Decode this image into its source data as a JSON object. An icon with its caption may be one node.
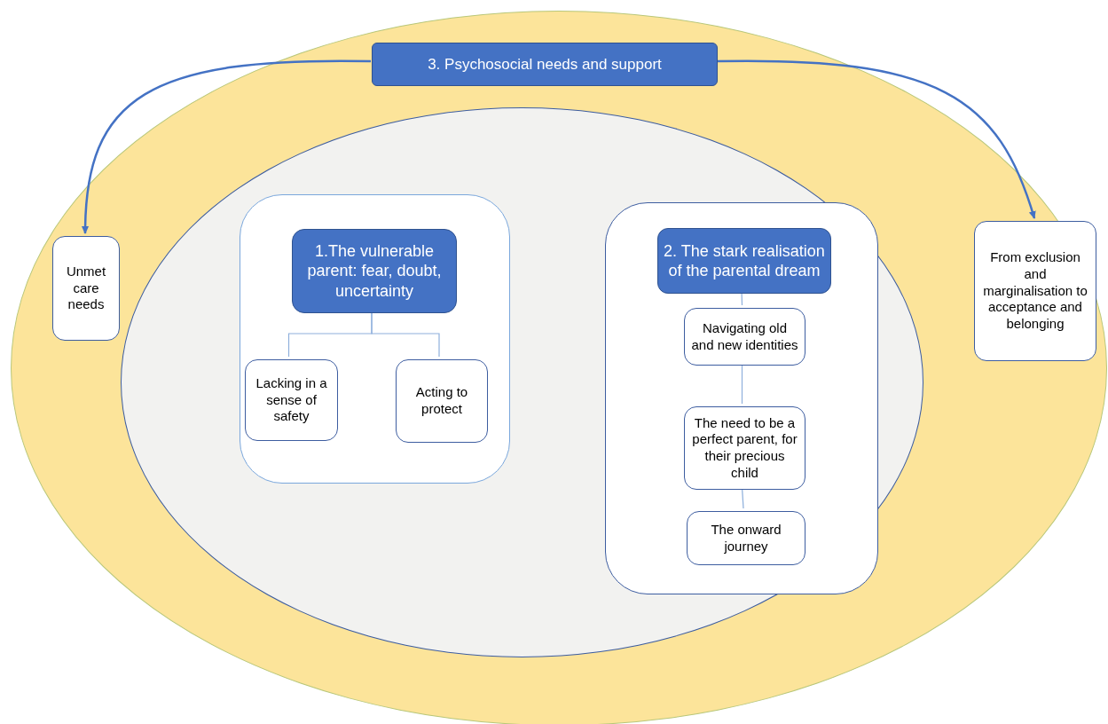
{
  "diagram": {
    "nodes": [
      {
        "text": [],
        "shape": "ellipse"
      },
      {
        "text": [
          "3. Psychosocial needs and support"
        ],
        "in": 0
      },
      {
        "text": [
          "Unmet care needs"
        ],
        "in": 0
      },
      {
        "text": [
          "From exclusion and marginalisation to acceptance and belonging"
        ],
        "in": 0
      },
      {
        "text": [],
        "shape": "ellipse",
        "in": 0
      },
      {
        "text": [],
        "shape": "box",
        "in": 4
      },
      {
        "text": [
          "1.The vulnerable parent: fear, doubt, uncertainty"
        ],
        "in": 5
      },
      {
        "text": [
          "Lacking in a sense of safety"
        ],
        "in": 5
      },
      {
        "text": [
          "Acting to protect"
        ],
        "in": 5
      },
      {
        "text": [],
        "shape": "box",
        "in": 4
      },
      {
        "text": [
          "2. The stark realisation of the parental dream"
        ],
        "in": 9
      },
      {
        "text": [
          "Navigating old and new identities"
        ],
        "in": 9
      },
      {
        "text": [
          "The need to be a perfect parent, for their precious child"
        ],
        "in": 9
      },
      {
        "text": [
          "The onward journey"
        ],
        "in": 9
      }
    ],
    "edges": [
      {
        "from": 1,
        "to": 2,
        "arrow": "to"
      },
      {
        "from": 1,
        "to": 3,
        "arrow": "to"
      },
      {
        "from": 6,
        "to": 7,
        "arrow": "none"
      },
      {
        "from": 6,
        "to": 8,
        "arrow": "none"
      },
      {
        "from": 10,
        "to": 11,
        "arrow": "none"
      },
      {
        "from": 11,
        "to": 12,
        "arrow": "none"
      },
      {
        "from": 12,
        "to": 13,
        "arrow": "none"
      }
    ]
  }
}
